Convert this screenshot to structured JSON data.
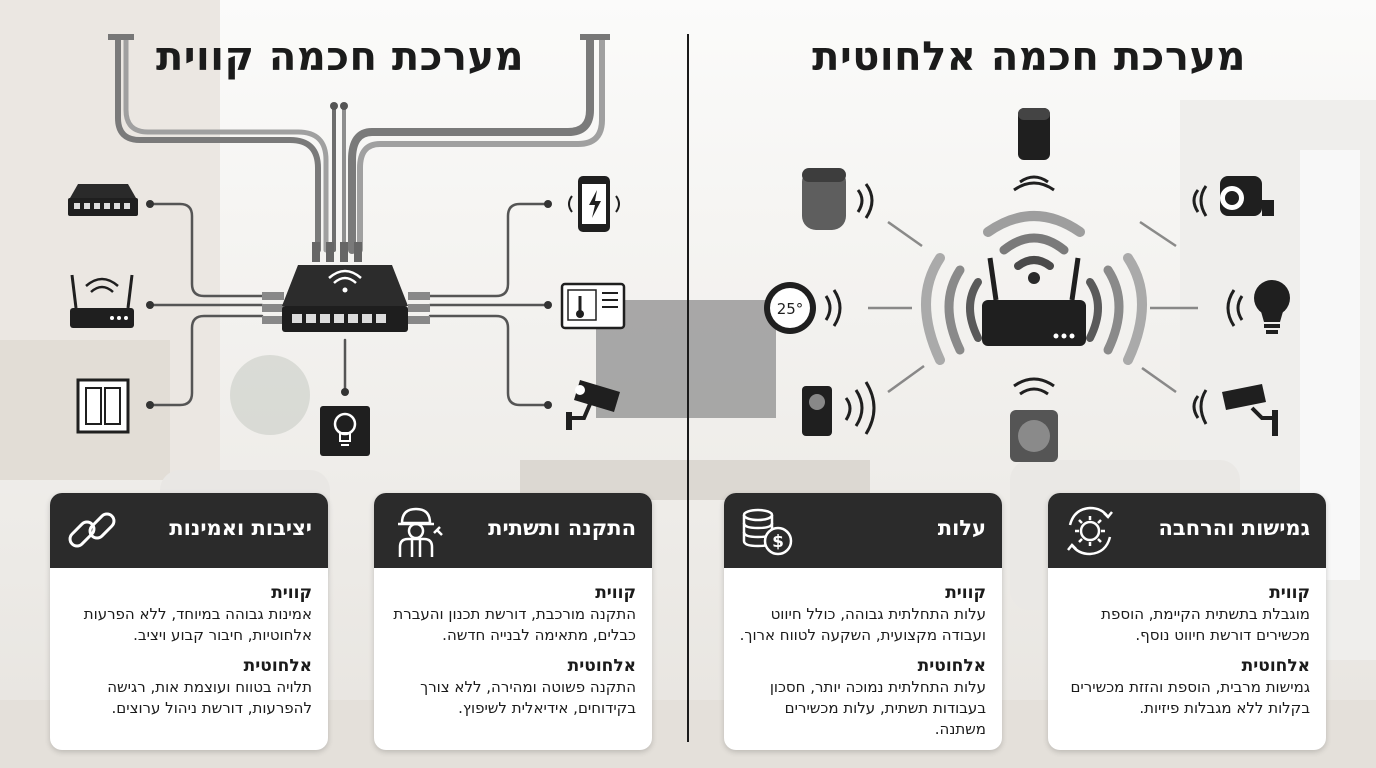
{
  "titles": {
    "wired": "מערכת חכמה קווית",
    "wireless": "מערכת חכמה אלחוטית"
  },
  "devices": {
    "wired_left": [
      "switch-icon",
      "router-icon",
      "wall-switch-icon"
    ],
    "wired_right": [
      "smartphone-icon",
      "thermostat-icon",
      "camera-icon"
    ],
    "wired_bottom": "lightbulb-icon",
    "wireless": [
      "smart-speaker-icon",
      "thermostat-icon",
      "doorbell-icon",
      "camera-icon",
      "lightbulb-icon",
      "camera-icon",
      "sensor-icon"
    ]
  },
  "thermostat_reading": "25°",
  "cards": [
    {
      "title": "יציבות ואמינות",
      "icon": "chain-link-icon",
      "wired_label": "קווית",
      "wired_text": "אמינות גבוהה במיוחד, ללא הפרעות אלחוטיות, חיבור קבוע ויציב.",
      "wireless_label": "אלחוטית",
      "wireless_text": "תלויה בטווח ועוצמת אות, רגישה להפרעות, דורשת ניהול ערוצים."
    },
    {
      "title": "התקנה ותשתית",
      "icon": "technician-icon",
      "wired_label": "קווית",
      "wired_text": "התקנה מורכבת, דורשת תכנון והעברת כבלים, מתאימה לבנייה חדשה.",
      "wireless_label": "אלחוטית",
      "wireless_text": "התקנה פשוטה ומהירה, ללא צורך בקידוחים, אידיאלית לשיפוץ."
    },
    {
      "title": "עלות",
      "icon": "coins-icon",
      "wired_label": "קווית",
      "wired_text": "עלות התחלתית גבוהה, כולל חיווט ועבודה מקצועית, השקעה לטווח ארוך.",
      "wireless_label": "אלחוטית",
      "wireless_text": "עלות התחלתית נמוכה יותר, חסכון בעבודות תשתית, עלות מכשירים משתנה."
    },
    {
      "title": "גמישות והרחבה",
      "icon": "gear-cycle-icon",
      "wired_label": "קווית",
      "wired_text": "מוגבלת בתשתית הקיימת, הוספת מכשירים דורשת חיווט נוסף.",
      "wireless_label": "אלחוטית",
      "wireless_text": "גמישות מרבית, הוספת והזזת מכשירים בקלות ללא מגבלות פיזיות."
    }
  ]
}
